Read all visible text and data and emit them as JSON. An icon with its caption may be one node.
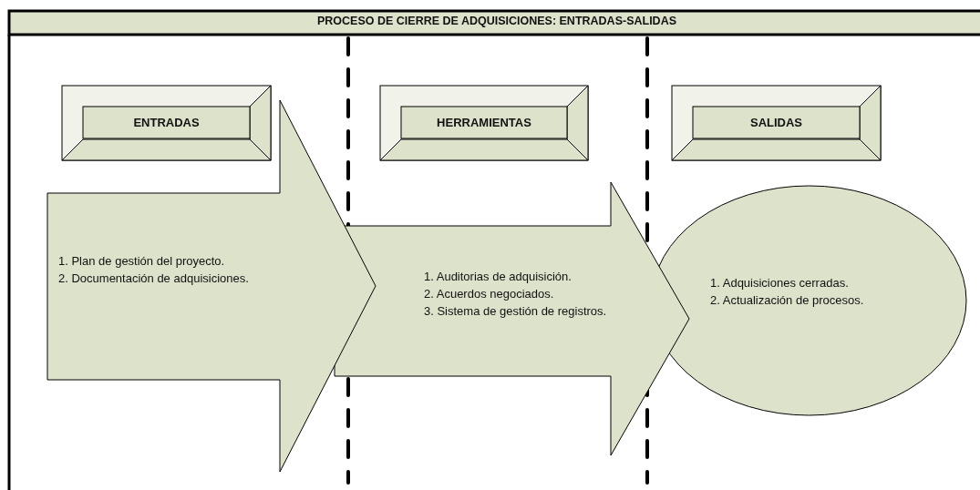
{
  "diagram": {
    "title": "PROCESO DE CIERRE DE ADQUISICIONES: ENTRADAS-SALIDAS",
    "nodes": [
      {
        "text": [
          "ENTRADAS"
        ]
      },
      {
        "text": [
          "HERRAMIENTAS"
        ]
      },
      {
        "text": [
          "SALIDAS"
        ]
      },
      {
        "text": [
          "1. Plan de gestión del proyecto.",
          "2. Documentación de adquisiciones."
        ]
      },
      {
        "text": [
          "1. Auditorias de adquisición.",
          "2. Acuerdos negociados.",
          "3. Sistema de gestión de registros."
        ]
      },
      {
        "text": [
          "1. Adquisiciones cerradas.",
          "2. Actualización de procesos."
        ]
      }
    ]
  }
}
